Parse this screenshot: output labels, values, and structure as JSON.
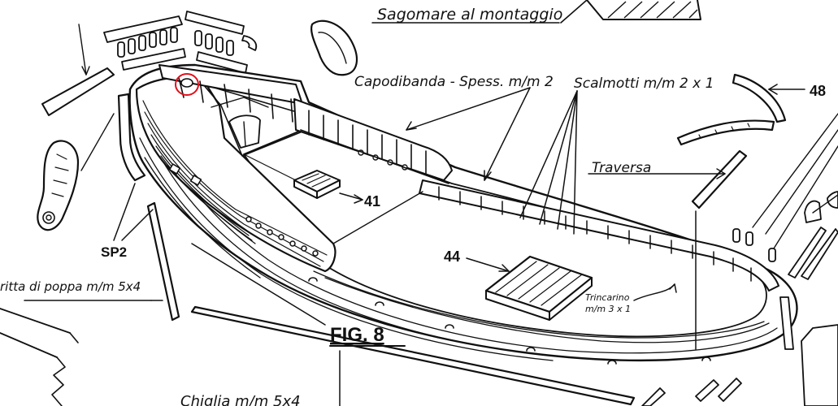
{
  "labels": {
    "sagomare": "Sagomare al montaggio",
    "capodibanda": "Capodibanda - Spess. m/m 2",
    "scalmotti": "Scalmotti m/m 2 x 1",
    "traversa": "Traversa",
    "trincarino_1": "Trincarino",
    "trincarino_2": "m/m 3 x 1",
    "dritta": "ritta di poppa m/m 5x4",
    "chiglia": "Chiglia m/m 5x4",
    "fig": "FIG. 8"
  },
  "numbers": {
    "n48": "48",
    "n41": "41",
    "n44": "44",
    "sp2": "SP2"
  },
  "colors": {
    "ink": "#111111",
    "marker": "#e0101a"
  }
}
